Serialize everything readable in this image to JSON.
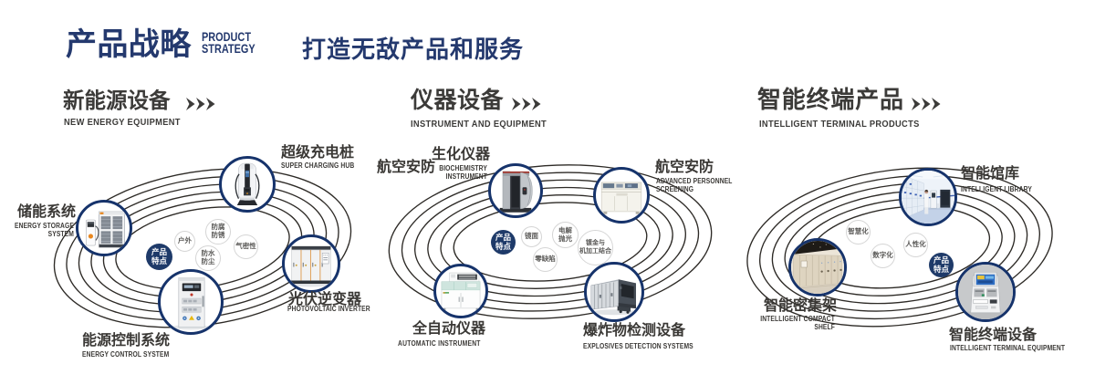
{
  "colors": {
    "navy": "#24396e",
    "node_ring": "#16336b",
    "badge_bg": "#1e3a69",
    "heading_gray": "#3c3b39",
    "label_gray": "#3a3835",
    "bubble_text": "#5c5b59",
    "orbit_line": "#2d2a26"
  },
  "header": {
    "title_zh": "产品战略",
    "title_en": [
      "PRODUCT",
      "STRATEGY"
    ],
    "slogan": "打造无敌产品和服务"
  },
  "sections": [
    {
      "title_zh": "新能源设备",
      "title_en": "NEW ENERGY EQUIPMENT",
      "badge": [
        "产品",
        "特点"
      ],
      "features": [
        [
          "户外"
        ],
        [
          "防腐",
          "防锈"
        ],
        [
          "防水",
          "防尘"
        ],
        [
          "气密性"
        ]
      ],
      "nodes": [
        {
          "zh": "储能系统",
          "en": [
            "ENERGY STORAGE",
            "SYSTEM"
          ],
          "icon": "energy-storage-cabinet"
        },
        {
          "zh": "超级充电桩",
          "en": [
            "SUPER CHARGING HUB"
          ],
          "icon": "ev-charging-pile"
        },
        {
          "zh": "光伏逆变器",
          "en": [
            "PHOTOVOLTAIC INVERTER"
          ],
          "icon": "pv-inverter-cabinet"
        },
        {
          "zh": "能源控制系统",
          "en": [
            "ENERGY CONTROL SYSTEM"
          ],
          "icon": "energy-control-cabinet"
        }
      ]
    },
    {
      "title_zh": "仪器设备",
      "title_en": "INSTRUMENT AND EQUIPMENT",
      "side_label": "航空安防",
      "badge": [
        "产品",
        "特点"
      ],
      "features": [
        [
          "镜面"
        ],
        [
          "电解",
          "抛光"
        ],
        [
          "零缺陷"
        ],
        [
          "镀金与",
          "机加工结合"
        ]
      ],
      "nodes": [
        {
          "zh": "生化仪器",
          "en": [
            "BIOCHEMISTRY",
            "INSTRUMENT"
          ],
          "icon": "security-gate"
        },
        {
          "zh": "航空安防",
          "en": [
            "ADVANCED PERSONNEL",
            "SCREENING"
          ],
          "icon": "screening-instrument"
        },
        {
          "zh": "全自动仪器",
          "en": [
            "AUTOMATIC INSTRUMENT"
          ],
          "icon": "automatic-instrument"
        },
        {
          "zh": "爆炸物检测设备",
          "en": [
            "EXPLOSIVES DETECTION SYSTEMS"
          ],
          "icon": "explosives-detector"
        }
      ]
    },
    {
      "title_zh": "智能终端产品",
      "title_en": "INTELLIGENT TERMINAL PRODUCTS",
      "badge": [
        "产品",
        "特点"
      ],
      "features": [
        [
          "智慧化"
        ],
        [
          "数字化"
        ],
        [
          "人性化"
        ]
      ],
      "nodes": [
        {
          "zh": "智能馆库",
          "en": [
            "INTELLIGENT LIBRARY"
          ],
          "icon": "intelligent-library-room"
        },
        {
          "zh": "智能密集架",
          "en": [
            "INTELLIGENT COMPACT",
            "SHELF"
          ],
          "icon": "compact-shelving"
        },
        {
          "zh": "智能终端设备",
          "en": [
            "INTELLIGENT TERMINAL EQUIPMENT"
          ],
          "icon": "terminal-kiosk"
        }
      ]
    }
  ]
}
